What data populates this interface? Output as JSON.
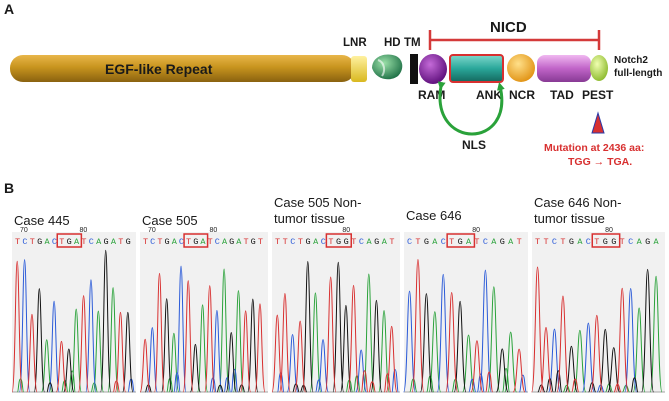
{
  "panel_a": {
    "letter": "A",
    "nicd_label": "NICD",
    "egf_label": "EGF-like Repeat",
    "lnr_label": "LNR",
    "hd_label": "HD",
    "tm_label": "TM",
    "ram_label": "RAM",
    "ank_label": "ANK",
    "ncr_label": "NCR",
    "tad_label": "TAD",
    "pest_label": "PEST",
    "notch2_line1": "Notch2",
    "notch2_line2": "full-length",
    "nls_label": "NLS",
    "mutation_line1": "Mutation at 2436 aa:",
    "mutation_line2": "TGG → TGA.",
    "colors": {
      "egf": "#c8941e",
      "lnr": "#f2d640",
      "hd": "#2a8a5c",
      "tm": "#111111",
      "ram": "#8b1fa8",
      "ank": "#2aa79a",
      "ank_border": "#d83030",
      "ncr": "#f5b41e",
      "tad": "#c064c8",
      "pest": "#b8d84a",
      "nicd_bracket": "#d43a3a",
      "nls_arrow": "#2aa23a",
      "mutation_text": "#d83030",
      "mutation_marker": "#d83030"
    }
  },
  "panel_b": {
    "letter": "B",
    "base_colors": {
      "A": "#2aa23a",
      "C": "#2a5ad8",
      "G": "#111111",
      "T": "#d83030"
    },
    "cases": [
      {
        "title_line1": "Case 445",
        "title_line2": "",
        "ticks": [
          "70",
          "80"
        ],
        "sequence": "TCTGACTGATCAGATG",
        "highlight": "TGA"
      },
      {
        "title_line1": "Case 505",
        "title_line2": "",
        "ticks": [
          "70",
          "80"
        ],
        "sequence": "TCTGACTGATCAGATGT",
        "highlight": "TGA"
      },
      {
        "title_line1": "Case 505 Non-",
        "title_line2": "tumor tissue",
        "ticks": [
          "80"
        ],
        "sequence": "TTCTGACTGGTCAGAT",
        "highlight": "TGG"
      },
      {
        "title_line1": "Case 646",
        "title_line2": "",
        "ticks": [
          "80"
        ],
        "sequence": "CTGACTGATCAGAT",
        "highlight": "TGA"
      },
      {
        "title_line1": "Case 646 Non-",
        "title_line2": "tumor tissue",
        "ticks": [
          "80"
        ],
        "sequence": "TTCTGACTGGTCAGA",
        "highlight": "TGG"
      }
    ]
  }
}
